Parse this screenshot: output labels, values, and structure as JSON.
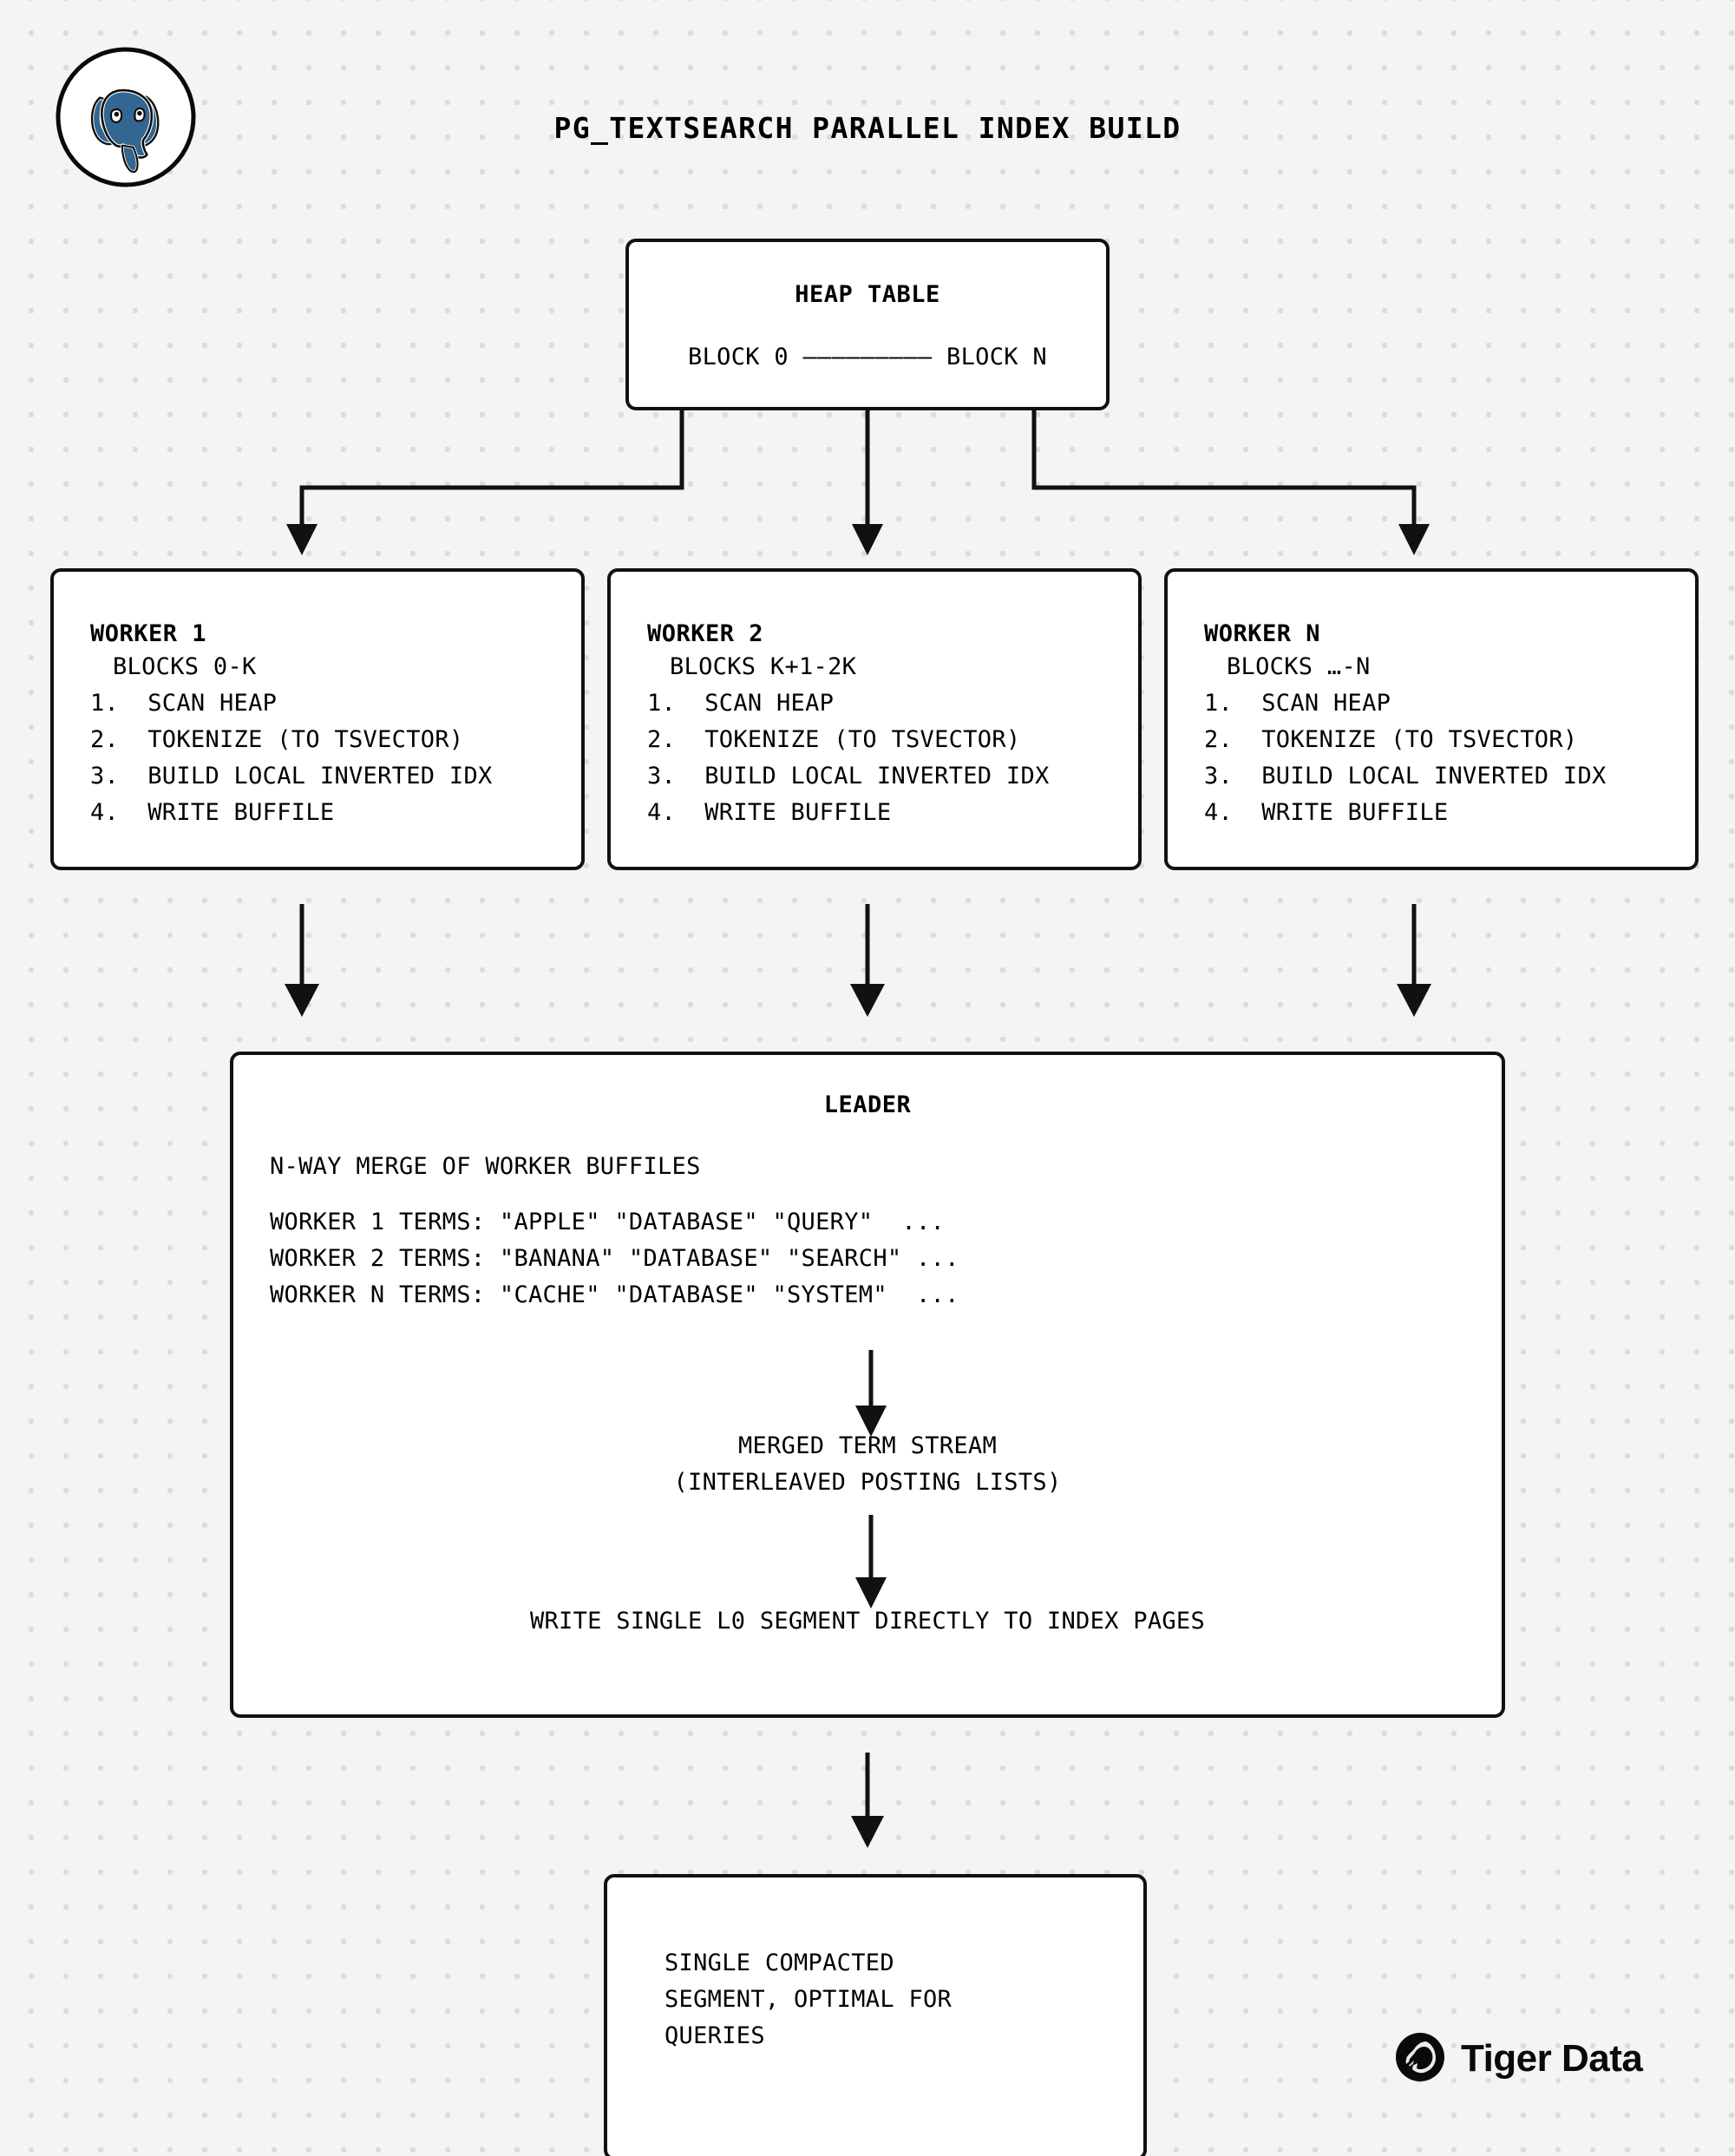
{
  "header": {
    "title": "PG_TEXTSEARCH PARALLEL INDEX BUILD",
    "logo_icon": "postgresql-elephant-icon"
  },
  "heap": {
    "title": "HEAP TABLE",
    "blocks": "BLOCK 0 ————————— BLOCK N"
  },
  "workers": [
    {
      "name": "WORKER 1",
      "blocks": "BLOCKS 0-K",
      "steps": [
        "1.  SCAN HEAP",
        "2.  TOKENIZE (TO TSVECTOR)",
        "3.  BUILD LOCAL INVERTED IDX",
        "4.  WRITE BUFFILE"
      ]
    },
    {
      "name": "WORKER 2",
      "blocks": "BLOCKS K+1-2K",
      "steps": [
        "1.  SCAN HEAP",
        "2.  TOKENIZE (TO TSVECTOR)",
        "3.  BUILD LOCAL INVERTED IDX",
        "4.  WRITE BUFFILE"
      ]
    },
    {
      "name": "WORKER N",
      "blocks": "BLOCKS …-N",
      "steps": [
        "1.  SCAN HEAP",
        "2.  TOKENIZE (TO TSVECTOR)",
        "3.  BUILD LOCAL INVERTED IDX",
        "4.  WRITE BUFFILE"
      ]
    }
  ],
  "leader": {
    "title": "LEADER",
    "merge_line": "N-WAY MERGE OF WORKER BUFFILES",
    "term_lines": [
      "WORKER 1 TERMS: \"APPLE\" \"DATABASE\" \"QUERY\"  ...",
      "WORKER 2 TERMS: \"BANANA\" \"DATABASE\" \"SEARCH\" ...",
      "WORKER N TERMS: \"CACHE\" \"DATABASE\" \"SYSTEM\"  ..."
    ],
    "stream_lines": [
      "MERGED TERM STREAM",
      "(INTERLEAVED POSTING LISTS)"
    ],
    "final_line": "WRITE SINGLE L0 SEGMENT DIRECTLY TO INDEX PAGES"
  },
  "result": {
    "lines": [
      "SINGLE COMPACTED",
      "SEGMENT, OPTIMAL FOR",
      "QUERIES"
    ]
  },
  "footer": {
    "brand": "Tiger Data",
    "brand_icon": "tiger-head-icon"
  },
  "colors": {
    "background": "#f4f4f4",
    "dot_grid": "#dcdcdc",
    "stroke": "#111111",
    "box_fill": "#ffffff",
    "postgres_blue": "#336791",
    "brand_black": "#0a0a0a"
  }
}
